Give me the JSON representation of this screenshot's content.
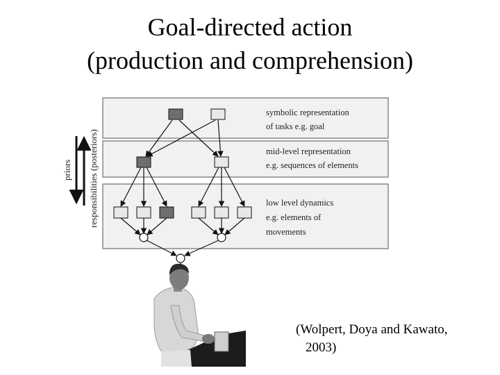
{
  "title": {
    "line1": "Goal-directed action",
    "line2": "(production and comprehension)"
  },
  "panels": {
    "top": {
      "line1": "symbolic representation",
      "line2": "of tasks e.g. goal"
    },
    "middle": {
      "line1": "mid-level representation",
      "line2": "e.g. sequences of elements"
    },
    "bottom": {
      "line1": "low level dynamics",
      "line2": "e.g. elements of",
      "line3": "movements"
    }
  },
  "side_labels": {
    "priors": "priors",
    "responsibilities": "responsibilities (posteriors)"
  },
  "citation": {
    "line1": "(Wolpert, Doya and Kawato,",
    "line2": "2003)"
  },
  "colors": {
    "panel_fill": "#f1f1f1",
    "panel_stroke": "#888888",
    "node_dark": "#6e6e6e",
    "node_light": "#e8e8e8",
    "arrow": "#111111"
  }
}
